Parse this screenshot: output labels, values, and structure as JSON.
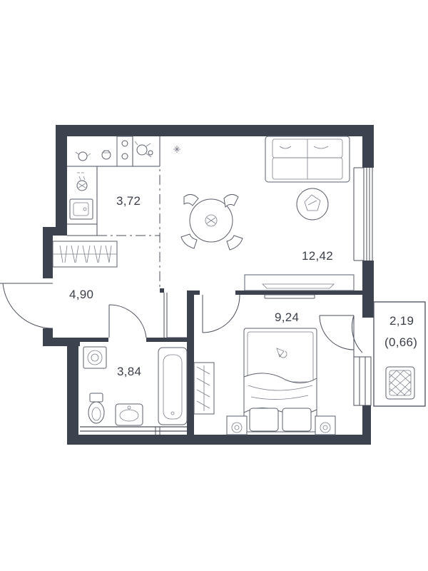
{
  "rooms": {
    "kitchen": {
      "area": "3,72"
    },
    "living": {
      "area": "12,42"
    },
    "hall": {
      "area": "4,90"
    },
    "bedroom": {
      "area": "9,24"
    },
    "bathroom": {
      "area": "3,84"
    },
    "balcony": {
      "area": "2,19",
      "area_reduced": "(0,66)"
    }
  },
  "colors": {
    "wall": "#3d424f",
    "line": "#4a4f5c",
    "text": "#3a3e49",
    "background": "#ffffff"
  }
}
